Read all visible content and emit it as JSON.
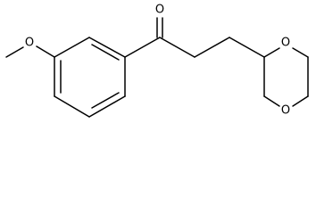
{
  "structure": {
    "atom_labels": {
      "methoxy_oxygen": "O",
      "carbonyl_oxygen": "O",
      "ring_oxygen_upper": "O",
      "ring_oxygen_lower": "O"
    }
  }
}
